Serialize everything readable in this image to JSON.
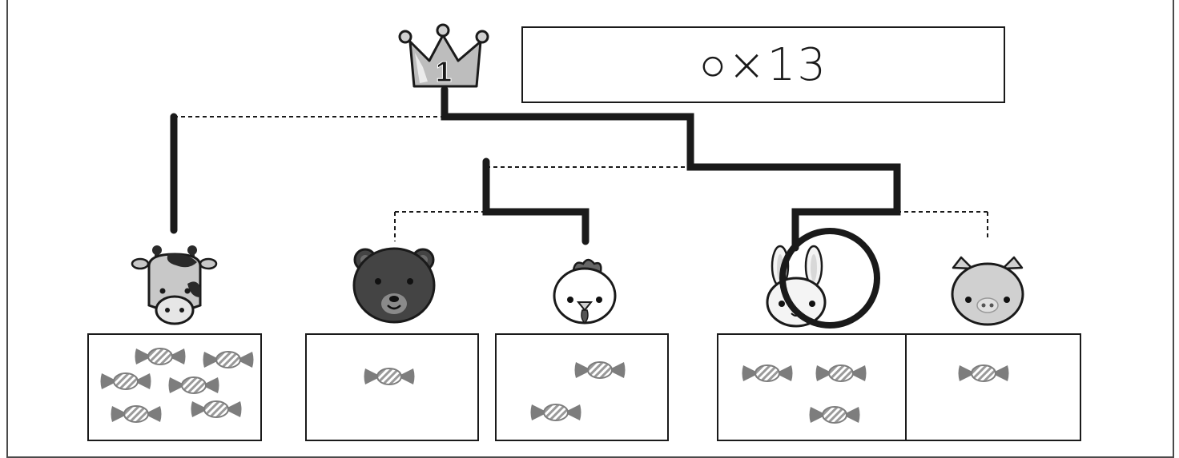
{
  "result": {
    "rank_number": "1",
    "answer_text": "○×13"
  },
  "animals": [
    {
      "name": "cow",
      "candy_count": 6
    },
    {
      "name": "bear",
      "candy_count": 1
    },
    {
      "name": "chicken",
      "candy_count": 2
    },
    {
      "name": "rabbit",
      "candy_count": 3
    },
    {
      "name": "pig",
      "candy_count": 1
    }
  ],
  "selected_animal": "rabbit",
  "colors": {
    "line": "#1a1a1a",
    "candy": "#808080",
    "bear": "#444444",
    "cow": "#c8c8c8"
  }
}
